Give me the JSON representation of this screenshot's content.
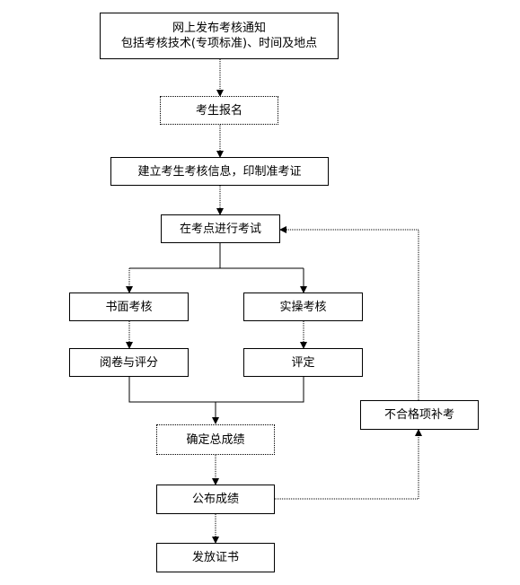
{
  "flowchart": {
    "publish_notice": {
      "line1": "网上发布考核通知",
      "line2": "包括考核技术(专项标准)、时间及地点"
    },
    "registration": "考生报名",
    "create_info": "建立考生考核信息，印制准考证",
    "exam_at_site": "在考点进行考试",
    "written_exam": "书面考核",
    "practical_exam": "实操考核",
    "grading": "阅卷与评分",
    "evaluation": "评定",
    "retake": "不合格项补考",
    "confirm_scores": "确定总成绩",
    "publish_scores": "公布成绩",
    "issue_certificate": "发放证书"
  }
}
